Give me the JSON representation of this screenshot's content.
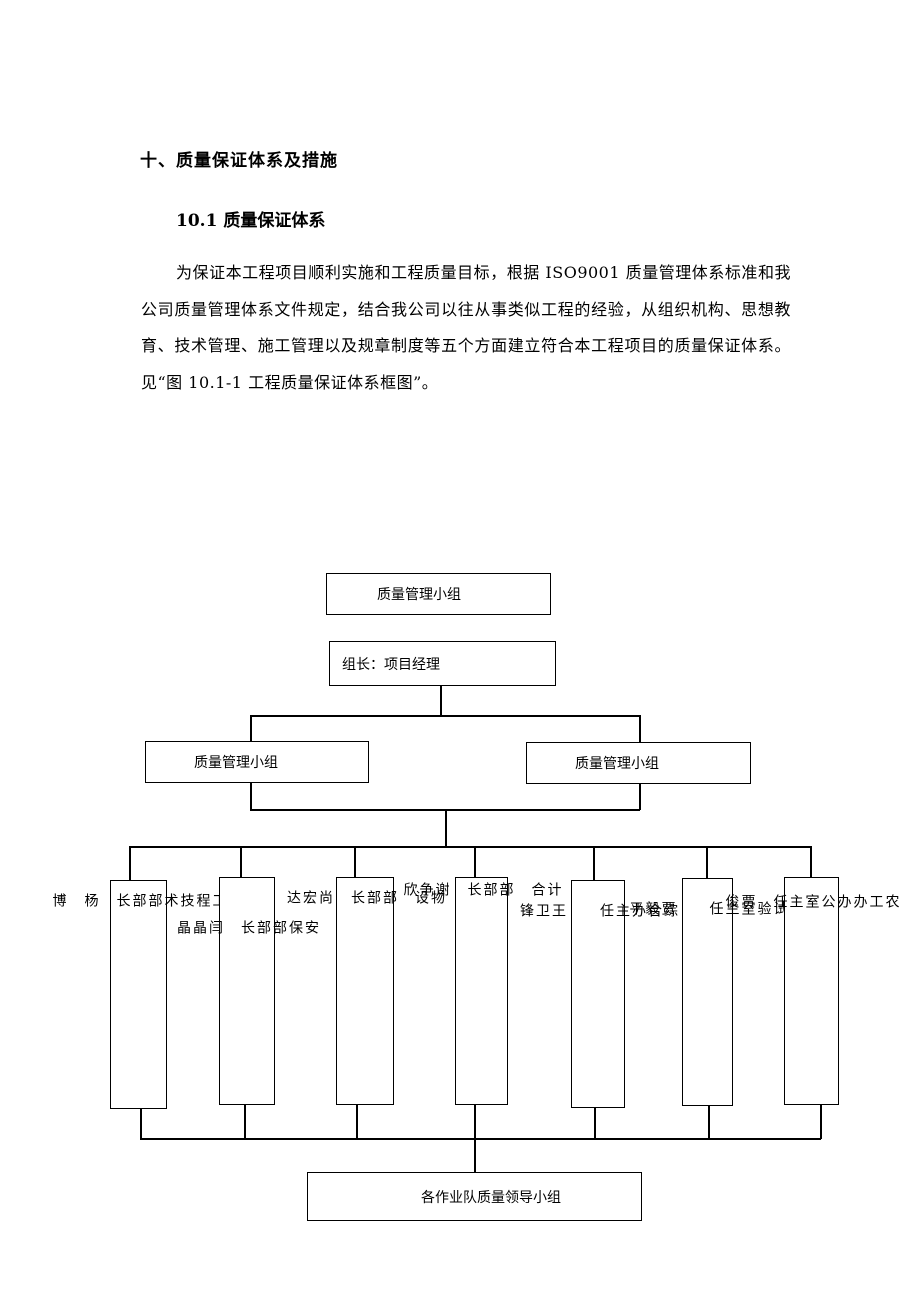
{
  "heading": "十、质量保证体系及措施",
  "subheading": "10.1 质量保证体系",
  "paragraph": "为保证本工程项目顺利实施和工程质量目标，根据 ISO9001 质量管理体系标准和我公司质量管理体系文件规定，结合我公司以往从事类似工程的经验，从组织机构、思想教育、技术管理、施工管理以及规章制度等五个方面建立符合本工程项目的质量保证体系。见“图 10.1-1 工程质量保证体系框图”。",
  "chart": {
    "top": "质量管理小组",
    "leader": "组长：项目经理",
    "left_group": "质量管理小组",
    "right_group": "质量管理小组",
    "departments": [
      "工\n程\n技\n术\n部\n部\n长\n \n杨\n \n博",
      "安\n保\n部\n部\n长\n \n闫\n晶\n晶",
      "物\n设\n \n部\n部\n长\n \n尚\n宏\n达",
      "计\n合\n \n部\n部\n长\n \n谢\n争\n欣",
      "综\n合\n办\n主\n任\n \n \n王\n卫\n锋",
      "试\n验\n室\n主\n任\n \n \n贾\n毅\n平",
      "农\n工\n办\n办\n公\n室\n主\n任\n \n贾\n俊"
    ],
    "bottom": "各作业队质量领导小组"
  }
}
